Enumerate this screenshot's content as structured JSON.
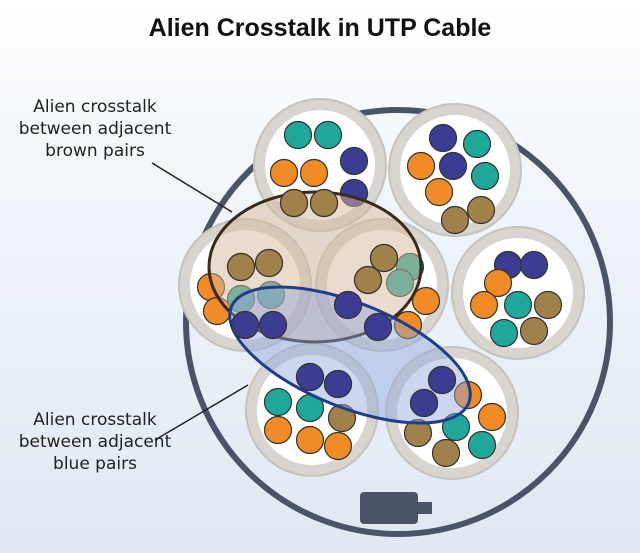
{
  "title": "Alien Crosstalk in UTP Cable",
  "labels": {
    "brown": [
      "Alien crosstalk",
      "between adjacent",
      "brown pairs"
    ],
    "blue": [
      "Alien crosstalk",
      "between adjacent",
      "blue pairs"
    ]
  },
  "colors": {
    "teal": "#1fa89a",
    "navy": "#3d3c93",
    "orange": "#f08b25",
    "brown": "#a0814a",
    "jacket": "#d8d5d0",
    "outer_sheath": "#4a5466",
    "brown_highlight": "#d8b89b",
    "blue_highlight": "#8ea6dc"
  }
}
